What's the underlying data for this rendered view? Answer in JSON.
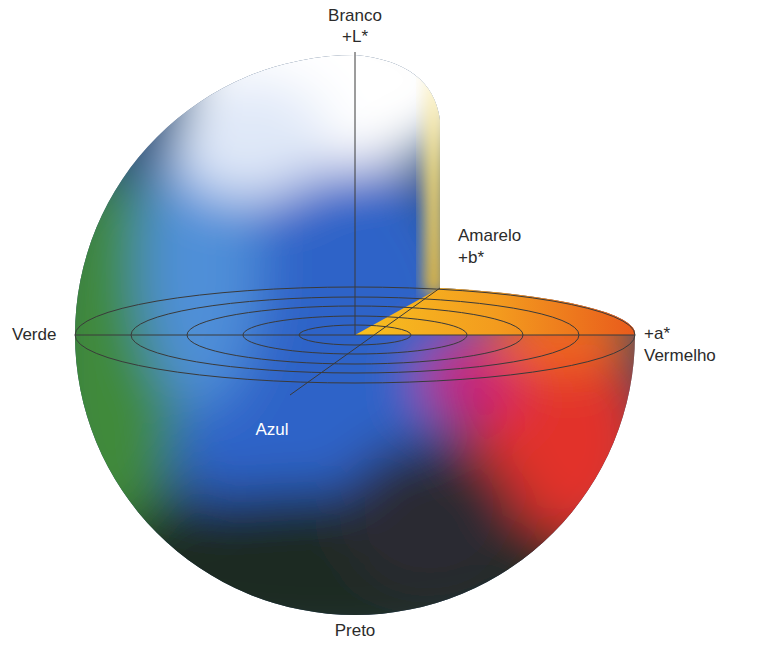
{
  "diagram": {
    "labels": [
      "Branco",
      "+L*",
      "Amarelo",
      "+b*",
      "Verde",
      "+a*",
      "Vermelho",
      "Azul",
      "Preto"
    ]
  }
}
